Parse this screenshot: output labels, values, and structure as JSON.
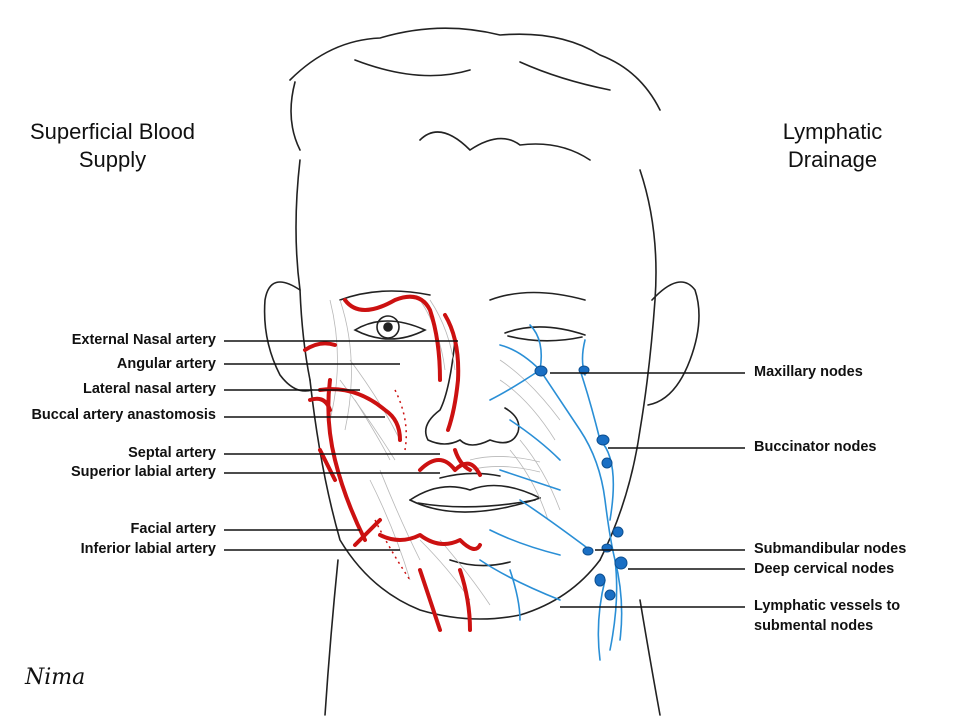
{
  "headings": {
    "left": [
      "Superficial Blood",
      "Supply"
    ],
    "right": [
      "Lymphatic",
      "Drainage"
    ]
  },
  "left_labels": [
    "External Nasal artery",
    "Angular artery",
    "Lateral nasal artery",
    "Buccal artery anastomosis",
    "Septal artery",
    "Superior labial artery",
    "Facial artery",
    "Inferior labial artery"
  ],
  "right_labels": [
    "Maxillary nodes",
    "Buccinator nodes",
    "Submandibular nodes",
    "Deep cervical nodes",
    "Lymphatic vessels to",
    "submental nodes"
  ],
  "signature": "Nima",
  "colors": {
    "artery": "#cc1111",
    "lymph": "#2a8fd6",
    "node": "#1a6fc4",
    "outline": "#222222",
    "muscle": "#b8b8b8"
  }
}
